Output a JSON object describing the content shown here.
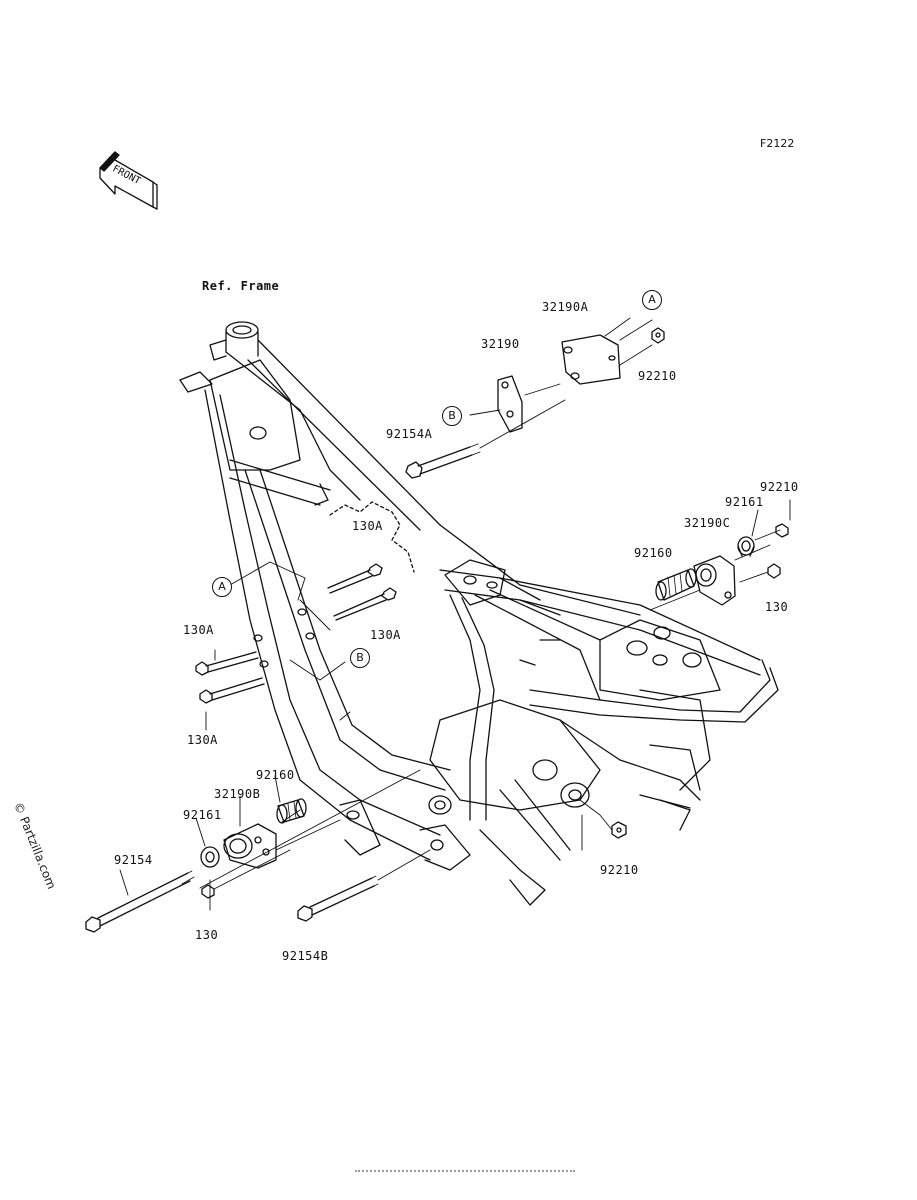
{
  "figure_code": "F2122",
  "front_marker": "FRONT",
  "reference": "Ref. Frame",
  "watermark": "© Partzilla.com",
  "callouts": {
    "A": "A",
    "B": "B"
  },
  "parts": [
    {
      "id": "p32190A",
      "label": "32190A"
    },
    {
      "id": "p32190",
      "label": "32190"
    },
    {
      "id": "p92210a",
      "label": "92210"
    },
    {
      "id": "p92154A",
      "label": "92154A"
    },
    {
      "id": "p130A_top",
      "label": "130A"
    },
    {
      "id": "p92210b",
      "label": "92210"
    },
    {
      "id": "p92161a",
      "label": "92161"
    },
    {
      "id": "p32190C",
      "label": "32190C"
    },
    {
      "id": "p92160a",
      "label": "92160"
    },
    {
      "id": "p130a",
      "label": "130"
    },
    {
      "id": "p130A_left",
      "label": "130A"
    },
    {
      "id": "p130A_mid",
      "label": "130A"
    },
    {
      "id": "p130A_low",
      "label": "130A"
    },
    {
      "id": "p92160b",
      "label": "92160"
    },
    {
      "id": "p32190B",
      "label": "32190B"
    },
    {
      "id": "p92161b",
      "label": "92161"
    },
    {
      "id": "p92154",
      "label": "92154"
    },
    {
      "id": "p130b",
      "label": "130"
    },
    {
      "id": "p92154B",
      "label": "92154B"
    },
    {
      "id": "p92210c",
      "label": "92210"
    }
  ]
}
